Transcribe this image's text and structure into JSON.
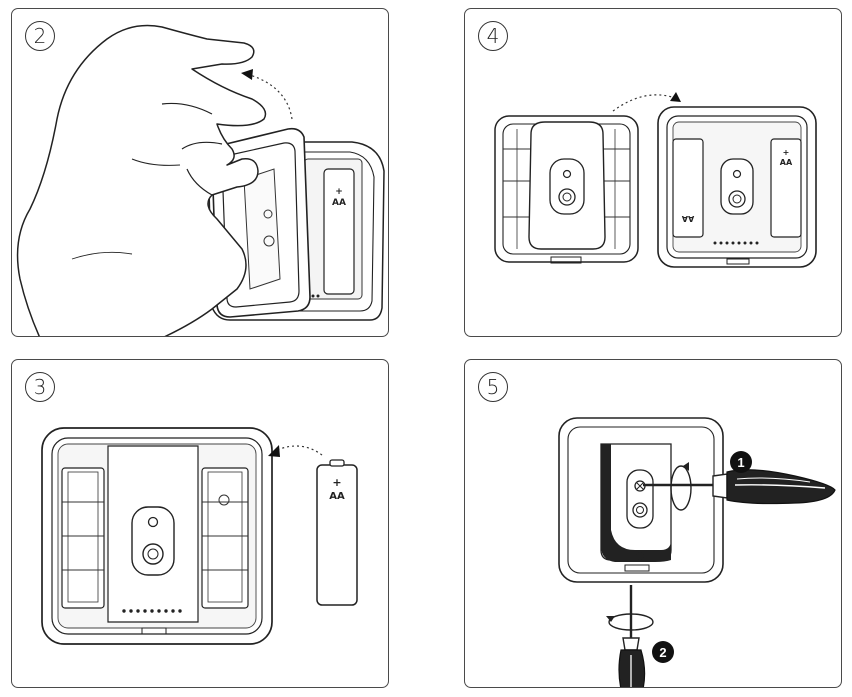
{
  "panels": [
    {
      "id": "step-2",
      "step": "2"
    },
    {
      "id": "step-4",
      "step": "4"
    },
    {
      "id": "step-3",
      "step": "3"
    },
    {
      "id": "step-5",
      "step": "5"
    }
  ],
  "battery_label": "AA",
  "battery_plus": "+",
  "callouts": [
    "1",
    "2"
  ]
}
